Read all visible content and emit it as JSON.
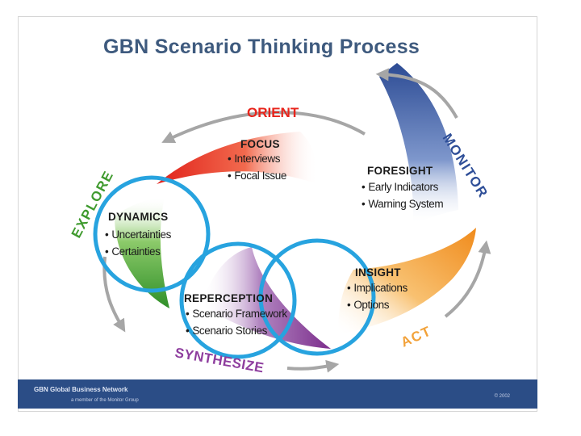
{
  "title": "GBN Scenario Thinking Process",
  "phases": {
    "orient": "ORIENT",
    "explore": "EXPLORE",
    "synthesize": "SYNTHESIZE",
    "act": "ACT",
    "monitor": "MONITOR"
  },
  "steps": {
    "focus": {
      "title": "FOCUS",
      "items": [
        "Interviews",
        "Focal Issue"
      ]
    },
    "foresight": {
      "title": "FORESIGHT",
      "items": [
        "Early Indicators",
        "Warning System"
      ]
    },
    "dynamics": {
      "title": "DYNAMICS",
      "items": [
        "Uncertainties",
        "Certainties"
      ]
    },
    "reperception": {
      "title": "REPERCEPTION",
      "items": [
        "Scenario Framework",
        "Scenario Stories"
      ]
    },
    "insight": {
      "title": "INSIGHT",
      "items": [
        "Implications",
        "Options"
      ]
    }
  },
  "footer": {
    "org": "GBN Global Business Network",
    "tagline": "a member of the Monitor Group",
    "copyright": "© 2002"
  },
  "colors": {
    "title": "#3e5a7e",
    "orient": "#e8251c",
    "explore": "#3f9a2e",
    "synthesize": "#8e3d9e",
    "act": "#f2a23a",
    "monitor": "#2f4f98",
    "highlight_circles": "#27a3df",
    "footer": "#2b4d86"
  }
}
